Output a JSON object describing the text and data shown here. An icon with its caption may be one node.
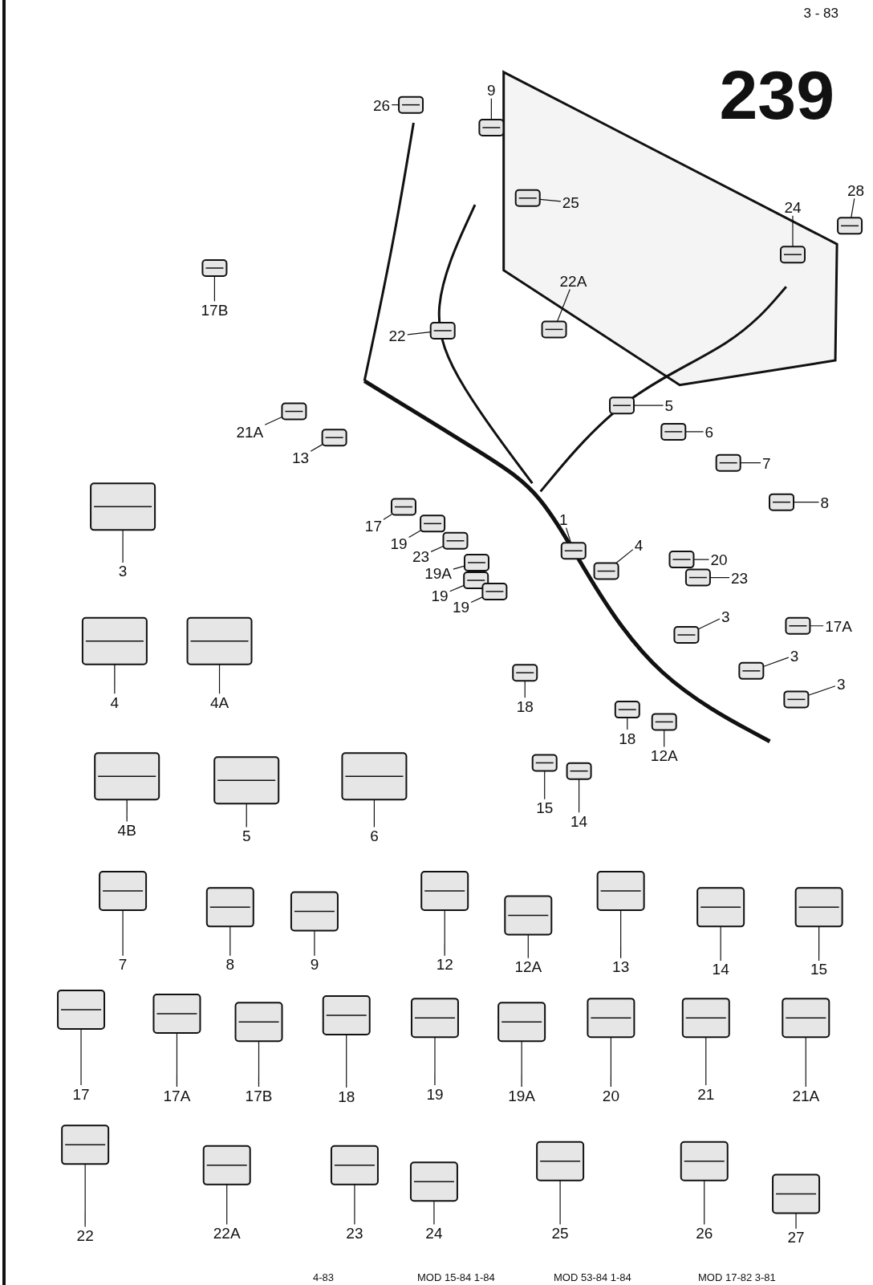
{
  "diagram": {
    "nodes": [
      {
        "text": [
          "26"
        ]
      },
      {
        "text": [
          "9"
        ]
      },
      {
        "text": [
          "25"
        ]
      },
      {
        "text": [
          "24"
        ]
      },
      {
        "text": [
          "28"
        ]
      },
      {
        "text": [
          "17B"
        ]
      },
      {
        "text": [
          "22A"
        ]
      },
      {
        "text": [
          "22"
        ]
      },
      {
        "text": [
          "21A"
        ]
      },
      {
        "text": [
          "13"
        ]
      },
      {
        "text": [
          "5"
        ]
      },
      {
        "text": [
          "6"
        ]
      },
      {
        "text": [
          "7"
        ]
      },
      {
        "text": [
          "8"
        ]
      },
      {
        "text": [
          "17"
        ]
      },
      {
        "text": [
          "19"
        ]
      },
      {
        "text": [
          "23"
        ]
      },
      {
        "text": [
          "1"
        ]
      },
      {
        "text": [
          "19A"
        ]
      },
      {
        "text": [
          "19"
        ]
      },
      {
        "text": [
          "19"
        ]
      },
      {
        "text": [
          "4"
        ]
      },
      {
        "text": [
          "20"
        ]
      },
      {
        "text": [
          "23"
        ]
      },
      {
        "text": [
          "3"
        ]
      },
      {
        "text": [
          "17A"
        ]
      },
      {
        "text": [
          "3"
        ]
      },
      {
        "text": [
          "3"
        ]
      },
      {
        "text": [
          "18"
        ]
      },
      {
        "text": [
          "18"
        ]
      },
      {
        "text": [
          "12A"
        ]
      },
      {
        "text": [
          "15"
        ]
      },
      {
        "text": [
          "14"
        ]
      },
      {
        "text": [
          "3"
        ]
      },
      {
        "text": [
          "4"
        ]
      },
      {
        "text": [
          "4A"
        ]
      },
      {
        "text": [
          "4B"
        ]
      },
      {
        "text": [
          "5"
        ]
      },
      {
        "text": [
          "6"
        ]
      },
      {
        "text": [
          "7"
        ]
      },
      {
        "text": [
          "8"
        ]
      },
      {
        "text": [
          "9"
        ]
      },
      {
        "text": [
          "12"
        ]
      },
      {
        "text": [
          "12A"
        ]
      },
      {
        "text": [
          "13"
        ]
      },
      {
        "text": [
          "14"
        ]
      },
      {
        "text": [
          "15"
        ]
      },
      {
        "text": [
          "17"
        ]
      },
      {
        "text": [
          "17A"
        ]
      },
      {
        "text": [
          "17B"
        ]
      },
      {
        "text": [
          "18"
        ]
      },
      {
        "text": [
          "19"
        ]
      },
      {
        "text": [
          "19A"
        ]
      },
      {
        "text": [
          "20"
        ]
      },
      {
        "text": [
          "21"
        ]
      },
      {
        "text": [
          "21A"
        ]
      },
      {
        "text": [
          "22"
        ]
      },
      {
        "text": [
          "22A"
        ]
      },
      {
        "text": [
          "23"
        ]
      },
      {
        "text": [
          "24"
        ]
      },
      {
        "text": [
          "25"
        ]
      },
      {
        "text": [
          "26"
        ]
      },
      {
        "text": [
          "27"
        ]
      },
      {
        "text": [],
        "shape": "picture"
      },
      {
        "text": [],
        "shape": "picture"
      },
      {
        "text": [],
        "shape": "picture"
      },
      {
        "text": [],
        "shape": "picture"
      },
      {
        "text": [],
        "shape": "picture"
      },
      {
        "text": [],
        "shape": "picture"
      },
      {
        "text": [],
        "shape": "picture"
      },
      {
        "text": [],
        "shape": "picture"
      },
      {
        "text": [],
        "shape": "picture"
      },
      {
        "text": [],
        "shape": "picture"
      },
      {
        "text": [],
        "shape": "picture"
      },
      {
        "text": [],
        "shape": "picture"
      },
      {
        "text": [],
        "shape": "picture"
      },
      {
        "text": [],
        "shape": "picture"
      },
      {
        "text": [],
        "shape": "picture"
      },
      {
        "text": [],
        "shape": "picture"
      },
      {
        "text": [],
        "shape": "picture"
      },
      {
        "text": [],
        "shape": "picture"
      },
      {
        "text": [],
        "shape": "picture"
      },
      {
        "text": [],
        "shape": "picture"
      },
      {
        "text": [],
        "shape": "picture"
      },
      {
        "text": [],
        "shape": "picture"
      },
      {
        "text": [],
        "shape": "picture"
      },
      {
        "text": [],
        "shape": "picture"
      },
      {
        "text": [],
        "shape": "picture"
      },
      {
        "text": [],
        "shape": "picture"
      },
      {
        "text": [],
        "shape": "picture"
      },
      {
        "text": [],
        "shape": "picture"
      },
      {
        "text": [],
        "shape": "picture"
      },
      {
        "text": [],
        "shape": "picture"
      },
      {
        "text": [],
        "shape": "picture"
      },
      {
        "text": [],
        "shape": "picture"
      },
      {
        "text": [],
        "shape": "picture"
      },
      {
        "text": [],
        "shape": "picture"
      },
      {
        "text": [],
        "shape": "picture"
      },
      {
        "text": [],
        "shape": "picture"
      },
      {
        "text": [],
        "shape": "picture"
      },
      {
        "text": [],
        "shape": "picture"
      },
      {
        "text": [],
        "shape": "picture"
      },
      {
        "text": [],
        "shape": "picture"
      },
      {
        "text": [],
        "shape": "picture"
      },
      {
        "text": [],
        "shape": "picture"
      },
      {
        "text": [],
        "shape": "picture"
      },
      {
        "text": [],
        "shape": "picture"
      },
      {
        "text": [],
        "shape": "picture"
      },
      {
        "text": [],
        "shape": "picture"
      },
      {
        "text": [],
        "shape": "picture"
      },
      {
        "text": [],
        "shape": "picture"
      },
      {
        "text": [],
        "shape": "picture"
      },
      {
        "text": [],
        "shape": "picture"
      },
      {
        "text": [],
        "shape": "picture"
      },
      {
        "text": [],
        "shape": "picture"
      },
      {
        "text": [],
        "shape": "picture"
      },
      {
        "text": [],
        "shape": "picture"
      },
      {
        "text": [],
        "shape": "picture"
      },
      {
        "text": [],
        "shape": "picture"
      },
      {
        "text": [],
        "shape": "picture"
      },
      {
        "text": [],
        "shape": "picture"
      },
      {
        "text": [],
        "shape": "picture"
      },
      {
        "text": [],
        "shape": "picture"
      },
      {
        "text": [],
        "shape": "picture"
      },
      {
        "text": [],
        "shape": "picture"
      },
      {
        "text": [],
        "shape": "picture"
      }
    ],
    "edges": [
      {
        "from": 0,
        "to": 63,
        "arrow": "none"
      },
      {
        "from": 1,
        "to": 64,
        "arrow": "none"
      },
      {
        "from": 2,
        "to": 65,
        "arrow": "none"
      },
      {
        "from": 3,
        "to": 66,
        "arrow": "none"
      },
      {
        "from": 4,
        "to": 67,
        "arrow": "none"
      },
      {
        "from": 5,
        "to": 68,
        "arrow": "none"
      },
      {
        "from": 6,
        "to": 69,
        "arrow": "none"
      },
      {
        "from": 7,
        "to": 70,
        "arrow": "none"
      },
      {
        "from": 8,
        "to": 71,
        "arrow": "none"
      },
      {
        "from": 9,
        "to": 72,
        "arrow": "none"
      },
      {
        "from": 10,
        "to": 73,
        "arrow": "none"
      },
      {
        "from": 11,
        "to": 74,
        "arrow": "none"
      },
      {
        "from": 12,
        "to": 75,
        "arrow": "none"
      },
      {
        "from": 13,
        "to": 76,
        "arrow": "none"
      },
      {
        "from": 14,
        "to": 77,
        "arrow": "none"
      },
      {
        "from": 15,
        "to": 78,
        "arrow": "none"
      },
      {
        "from": 16,
        "to": 79,
        "arrow": "none"
      },
      {
        "from": 17,
        "to": 80,
        "arrow": "none"
      },
      {
        "from": 18,
        "to": 81,
        "arrow": "none"
      },
      {
        "from": 19,
        "to": 82,
        "arrow": "none"
      },
      {
        "from": 20,
        "to": 83,
        "arrow": "none"
      },
      {
        "from": 21,
        "to": 84,
        "arrow": "none"
      },
      {
        "from": 22,
        "to": 85,
        "arrow": "none"
      },
      {
        "from": 23,
        "to": 86,
        "arrow": "none"
      },
      {
        "from": 24,
        "to": 87,
        "arrow": "none"
      },
      {
        "from": 25,
        "to": 88,
        "arrow": "none"
      },
      {
        "from": 26,
        "to": 89,
        "arrow": "none"
      },
      {
        "from": 27,
        "to": 90,
        "arrow": "none"
      },
      {
        "from": 28,
        "to": 91,
        "arrow": "none"
      },
      {
        "from": 29,
        "to": 92,
        "arrow": "none"
      },
      {
        "from": 30,
        "to": 93,
        "arrow": "none"
      },
      {
        "from": 31,
        "to": 94,
        "arrow": "none"
      },
      {
        "from": 32,
        "to": 95,
        "arrow": "none"
      },
      {
        "from": 33,
        "to": 96,
        "arrow": "none"
      },
      {
        "from": 34,
        "to": 97,
        "arrow": "none"
      },
      {
        "from": 35,
        "to": 98,
        "arrow": "none"
      },
      {
        "from": 36,
        "to": 99,
        "arrow": "none"
      },
      {
        "from": 37,
        "to": 100,
        "arrow": "none"
      },
      {
        "from": 38,
        "to": 101,
        "arrow": "none"
      },
      {
        "from": 39,
        "to": 102,
        "arrow": "none"
      },
      {
        "from": 40,
        "to": 103,
        "arrow": "none"
      },
      {
        "from": 41,
        "to": 104,
        "arrow": "none"
      },
      {
        "from": 42,
        "to": 105,
        "arrow": "none"
      },
      {
        "from": 43,
        "to": 106,
        "arrow": "none"
      },
      {
        "from": 44,
        "to": 107,
        "arrow": "none"
      },
      {
        "from": 45,
        "to": 108,
        "arrow": "none"
      },
      {
        "from": 46,
        "to": 109,
        "arrow": "none"
      },
      {
        "from": 47,
        "to": 110,
        "arrow": "none"
      },
      {
        "from": 48,
        "to": 111,
        "arrow": "none"
      },
      {
        "from": 49,
        "to": 112,
        "arrow": "none"
      },
      {
        "from": 50,
        "to": 113,
        "arrow": "none"
      },
      {
        "from": 51,
        "to": 114,
        "arrow": "none"
      },
      {
        "from": 52,
        "to": 115,
        "arrow": "none"
      },
      {
        "from": 53,
        "to": 116,
        "arrow": "none"
      },
      {
        "from": 54,
        "to": 117,
        "arrow": "none"
      },
      {
        "from": 55,
        "to": 118,
        "arrow": "none"
      },
      {
        "from": 56,
        "to": 119,
        "arrow": "none"
      },
      {
        "from": 57,
        "to": 120,
        "arrow": "none"
      },
      {
        "from": 58,
        "to": 121,
        "arrow": "none"
      },
      {
        "from": 59,
        "to": 122,
        "arrow": "none"
      },
      {
        "from": 60,
        "to": 123,
        "arrow": "none"
      },
      {
        "from": 61,
        "to": 124,
        "arrow": "none"
      },
      {
        "from": 62,
        "to": 125,
        "arrow": "none"
      }
    ],
    "labels": [
      "3 - 83",
      "239",
      "4-83",
      "MOD 15-84 1-84",
      "MOD 53-84 1-84",
      "MOD 17-82 3-81"
    ]
  }
}
